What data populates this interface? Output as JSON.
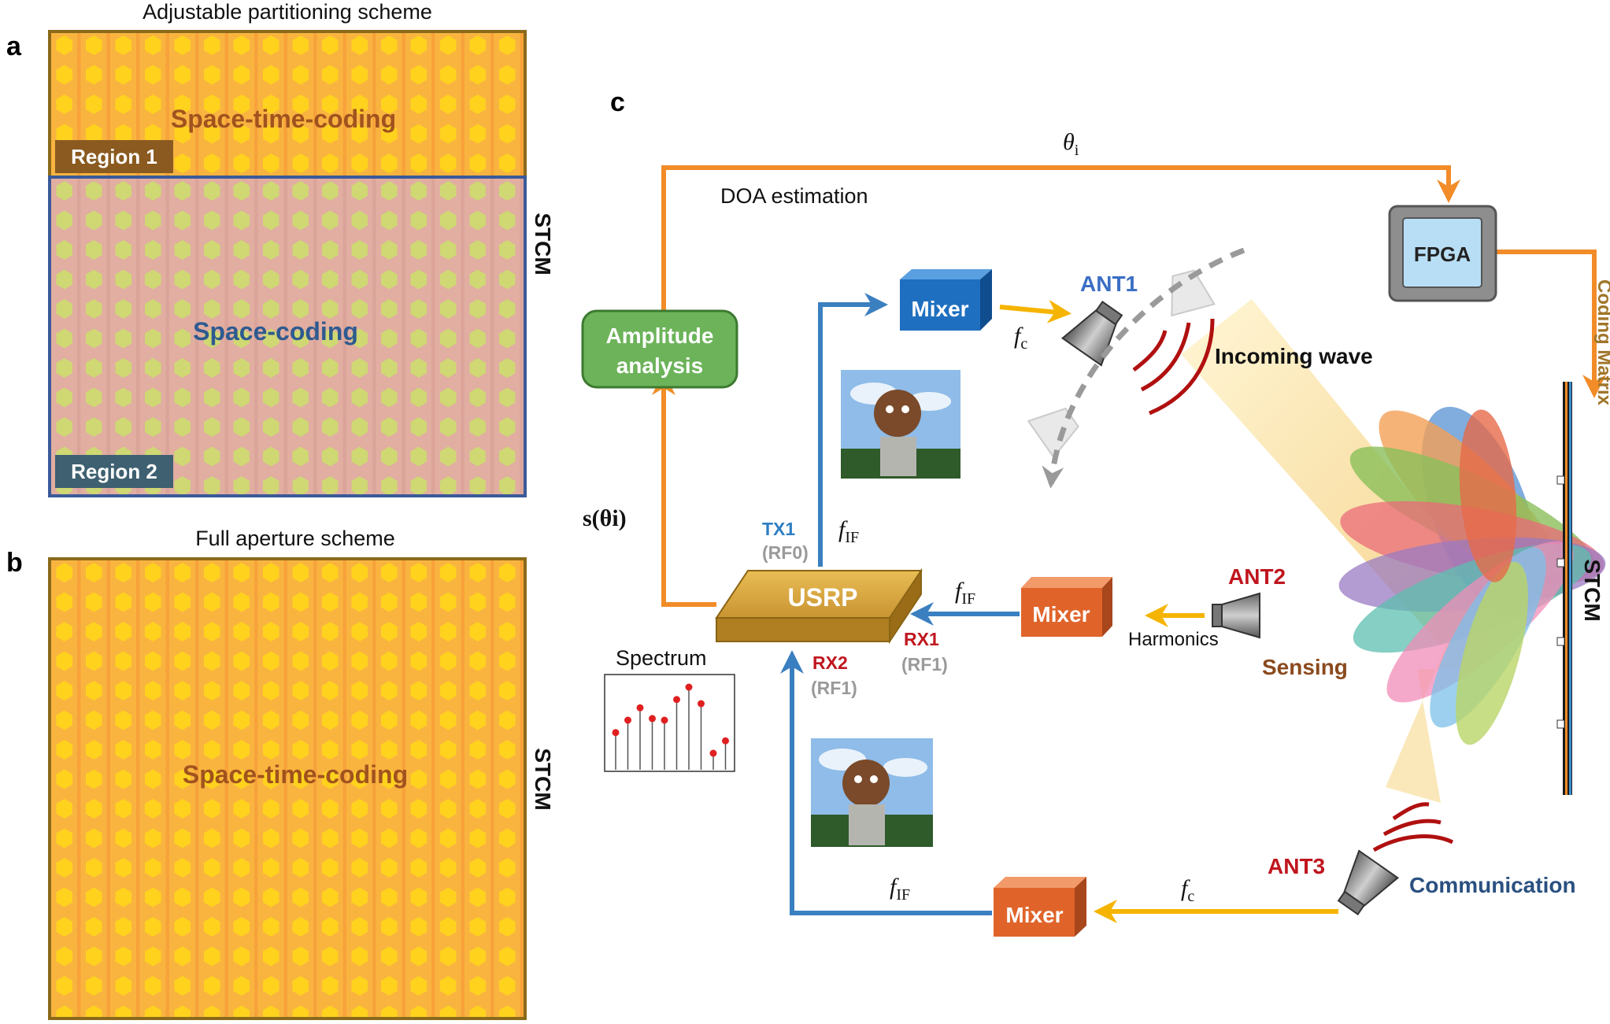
{
  "panel_a": {
    "letter": "a",
    "caption": "Adjustable partitioning scheme",
    "side_label": "STCM",
    "region1_label": "Region 1",
    "region2_label": "Region 2",
    "top_text": "Space-time-coding",
    "bottom_text": "Space-coding"
  },
  "panel_b": {
    "letter": "b",
    "caption": "Full aperture scheme",
    "side_label": "STCM",
    "center_text": "Space-time-coding"
  },
  "panel_c": {
    "letter": "c",
    "theta_label": "θi",
    "doa_label": "DOA estimation",
    "fpga_label": "FPGA",
    "coding_matrix_label": "Coding Matrix",
    "amplitude_label_line1": "Amplitude",
    "amplitude_label_line2": "analysis",
    "signal_label": "s(θi)",
    "mixer_top_label": "Mixer",
    "mixer_mid_label": "Mixer",
    "mixer_bottom_label": "Mixer",
    "usrp_label": "USRP",
    "ant1_label": "ANT1",
    "ant2_label": "ANT2",
    "ant3_label": "ANT3",
    "incoming_wave_label": "Incoming wave",
    "sensing_label": "Sensing",
    "communication_label": "Communication",
    "harmonics_label": "Harmonics",
    "spectrum_label": "Spectrum",
    "stcm_label": "STCM",
    "tx1_label": "TX1",
    "tx1_port": "(RF0)",
    "rx1_label": "RX1",
    "rx1_port": "(RF1)",
    "rx2_label": "RX2",
    "rx2_port": "(RF1)",
    "fc_top_label": "fc",
    "fc_bottom_label": "fc",
    "fif_tx_label": "fIF",
    "fif_rx1_label": "fIF",
    "fif_rx2_label": "fIF",
    "spectrum_values": [
      0.45,
      0.6,
      0.75,
      0.62,
      0.6,
      0.85,
      1.0,
      0.8,
      0.2,
      0.35
    ]
  },
  "colors": {
    "orange": "#f28c28",
    "yellow": "#f5c200",
    "blue_line": "#3a7fc0",
    "mixer_blue": "#1f6fc0",
    "mixer_orange": "#e0642a",
    "usrp_gold": "#d4a33a",
    "green": "#6cb35a",
    "ant_blue": "#3a6fc4",
    "ant_red": "#c0161e",
    "comm_blue": "#2a5080",
    "sensing_brown": "#8b4a1e"
  }
}
